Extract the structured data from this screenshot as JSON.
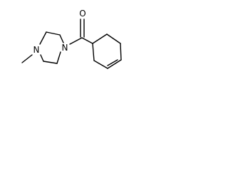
{
  "molecule": {
    "atoms": {
      "carbonyl_oxygen": "O",
      "piperazine_n1": "N",
      "piperazine_n4": "N"
    }
  }
}
